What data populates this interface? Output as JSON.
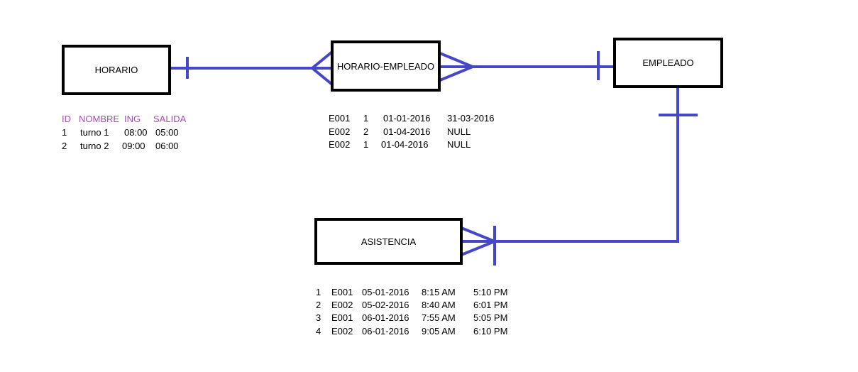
{
  "entities": {
    "horario": "HORARIO",
    "horario_empleado": "HORARIO-EMPLEADO",
    "empleado": "EMPLEADO",
    "asistencia": "ASISTENCIA"
  },
  "colors": {
    "line": "#4646c8",
    "header": "#a24fb0",
    "border": "#000000"
  },
  "horario_table": {
    "headers": [
      "ID",
      "NOMBRE",
      "ING",
      "SALIDA"
    ],
    "rows": [
      [
        "1",
        "turno 1",
        "08:00",
        "05:00"
      ],
      [
        "2",
        "turno 2",
        "09:00",
        "06:00"
      ]
    ]
  },
  "horario_empleado_table": {
    "rows": [
      [
        "E001",
        "1",
        "01-01-2016",
        "31-03-2016"
      ],
      [
        "E002",
        "2",
        "01-04-2016",
        "NULL"
      ],
      [
        "E002",
        "1",
        "01-04-2016",
        "NULL"
      ]
    ]
  },
  "asistencia_table": {
    "rows": [
      [
        "1",
        "E001",
        "05-01-2016",
        "8:15 AM",
        "5:10 PM"
      ],
      [
        "2",
        "E002",
        "05-02-2016",
        "8:40 AM",
        "6:01 PM"
      ],
      [
        "3",
        "E001",
        "06-01-2016",
        "7:55 AM",
        "5:05 PM"
      ],
      [
        "4",
        "E002",
        "06-01-2016",
        "9:05 AM",
        "6:10 PM"
      ]
    ]
  }
}
